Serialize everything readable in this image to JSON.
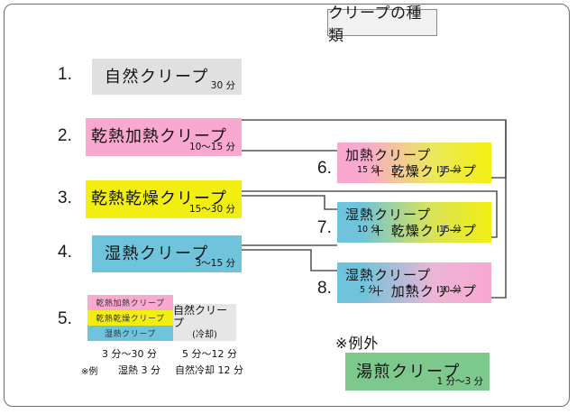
{
  "title": "クリープの種類",
  "left_items": [
    {
      "number": "1.",
      "name": "自然クリープ",
      "time": "30 分",
      "color": "#e0e0e0"
    },
    {
      "number": "2.",
      "name": "乾熱加熱クリープ",
      "time": "10〜15 分",
      "color": "#f9a8d0"
    },
    {
      "number": "3.",
      "name": "乾熱乾燥クリープ",
      "time": "15〜30 分",
      "color": "#f2ef10"
    },
    {
      "number": "4.",
      "name": "湿熱クリープ",
      "time": "3〜15 分",
      "color": "#6fc3da"
    }
  ],
  "item5": {
    "number": "5.",
    "strips": [
      {
        "label": "乾熱加熱クリープ",
        "color": "#f9a8d0"
      },
      {
        "label": "乾熱乾燥クリープ",
        "color": "#f2ef10"
      },
      {
        "label": "湿熱クリープ",
        "color": "#6fc3da"
      }
    ],
    "cooling": {
      "line1": "自然クリープ",
      "line2": "(冷却)"
    },
    "time_left": "3 分〜30 分",
    "time_right": "5 分〜12 分",
    "note_prefix": "※例",
    "note_left": "湿熱 3 分",
    "note_right": "自然冷却 12 分"
  },
  "combo_items": [
    {
      "number": "6.",
      "row1": "加熱クリープ",
      "row2": "＋ 乾燥クリープ",
      "time1": "15 分",
      "plus": "+",
      "time2": "15 分",
      "gradient": "grad-py"
    },
    {
      "number": "7.",
      "row1": "湿熱クリープ",
      "row2": "＋ 乾燥クリープ",
      "time1": "10 分",
      "plus": "+",
      "time2": "15 分",
      "gradient": "grad-by"
    },
    {
      "number": "8.",
      "row1": "湿熱クリープ",
      "row2": "＋ 加熱クリープ",
      "time1": "5 分",
      "plus": "+",
      "time2": "10 分",
      "gradient": "grad-bp"
    }
  ],
  "exception": {
    "label": "※例外",
    "name": "湯煎クリープ",
    "time": "1 分〜3 分",
    "color": "#7dc88c"
  }
}
